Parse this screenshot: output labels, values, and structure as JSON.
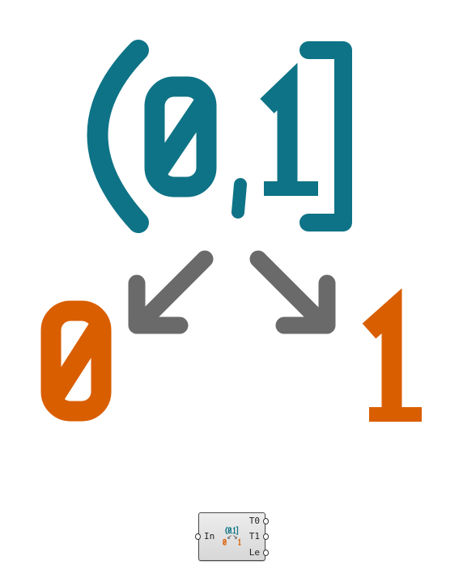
{
  "illustration": {
    "open_bracket": "(",
    "lower_bound": "0",
    "separator": ",",
    "upper_bound": "1",
    "close_bracket": "]",
    "result_start": "0",
    "result_end": "1"
  },
  "component": {
    "inputs": [
      "In"
    ],
    "outputs": [
      "T0",
      "T1",
      "Le"
    ]
  },
  "colors": {
    "teal": "#0e7386",
    "orange": "#d95e00",
    "arrow_gray": "#6a6a6a"
  }
}
